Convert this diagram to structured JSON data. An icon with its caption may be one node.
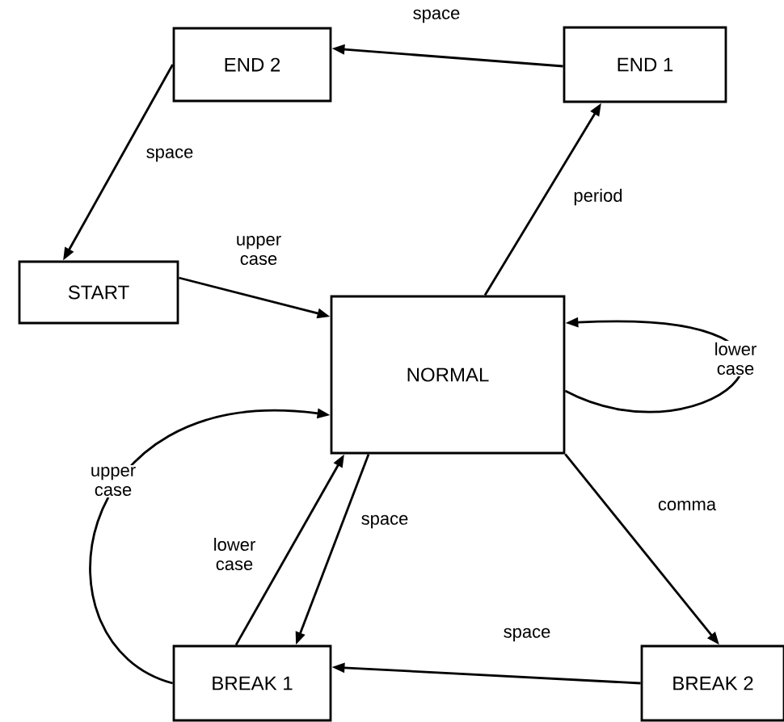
{
  "diagram": {
    "nodes": [
      {
        "text": [
          "END 2"
        ]
      },
      {
        "text": [
          "END 1"
        ]
      },
      {
        "text": [
          "START"
        ]
      },
      {
        "text": [
          "NORMAL"
        ]
      },
      {
        "text": [
          "BREAK 1"
        ]
      },
      {
        "text": [
          "BREAK 2"
        ]
      }
    ],
    "edges": [
      {
        "from": 1,
        "to": 0,
        "arrow": "to",
        "label": "space"
      },
      {
        "from": 0,
        "to": 2,
        "arrow": "to",
        "label": "space"
      },
      {
        "from": 2,
        "to": 3,
        "arrow": "to",
        "label": "upper case"
      },
      {
        "from": 3,
        "to": 1,
        "arrow": "to",
        "label": "period"
      },
      {
        "from": 3,
        "to": 3,
        "arrow": "to",
        "label": "lower case"
      },
      {
        "from": 4,
        "to": 3,
        "arrow": "to",
        "label": "upper case"
      },
      {
        "from": 4,
        "to": 3,
        "arrow": "to",
        "label": "lower case"
      },
      {
        "from": 3,
        "to": 4,
        "arrow": "to",
        "label": "space"
      },
      {
        "from": 3,
        "to": 5,
        "arrow": "to",
        "label": "comma"
      },
      {
        "from": 5,
        "to": 4,
        "arrow": "to",
        "label": "space"
      }
    ]
  }
}
